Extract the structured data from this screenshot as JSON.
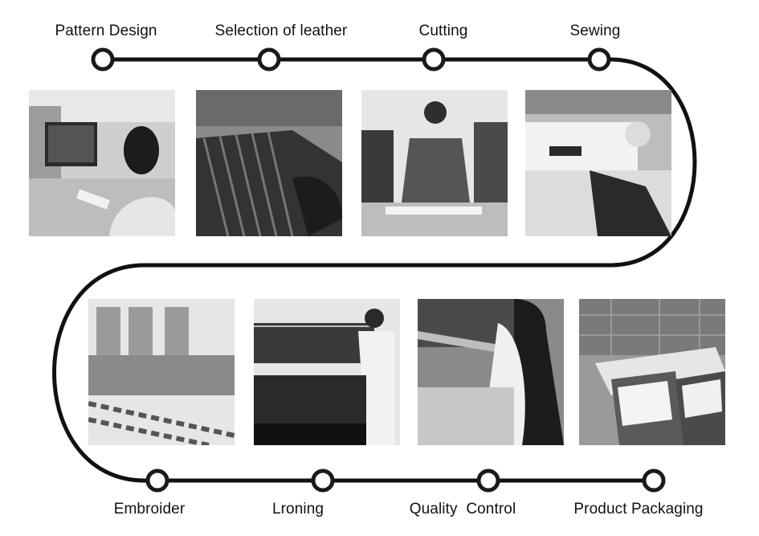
{
  "steps": [
    {
      "label": "Pattern Design",
      "photo": "workstation-photo"
    },
    {
      "label": "Selection of leather",
      "photo": "leather-stack-photo"
    },
    {
      "label": "Cutting",
      "photo": "cutting-table-photo"
    },
    {
      "label": "Sewing",
      "photo": "sewing-machine-photo"
    },
    {
      "label": "Embroider",
      "photo": "embroidery-machine-photo"
    },
    {
      "label": "Lroning",
      "photo": "ironing-photo"
    },
    {
      "label": "Quality  Control",
      "photo": "quality-inspection-photo"
    },
    {
      "label": "Product Packaging",
      "photo": "packaging-boxes-photo"
    }
  ],
  "colors": {
    "path": "#111111",
    "node_fill": "#ffffff",
    "node_ring": "#1a1a1a",
    "photo_tones": [
      "#2a2a2a",
      "#555555",
      "#8a8a8a",
      "#bdbdbd",
      "#e6e6e6"
    ]
  }
}
